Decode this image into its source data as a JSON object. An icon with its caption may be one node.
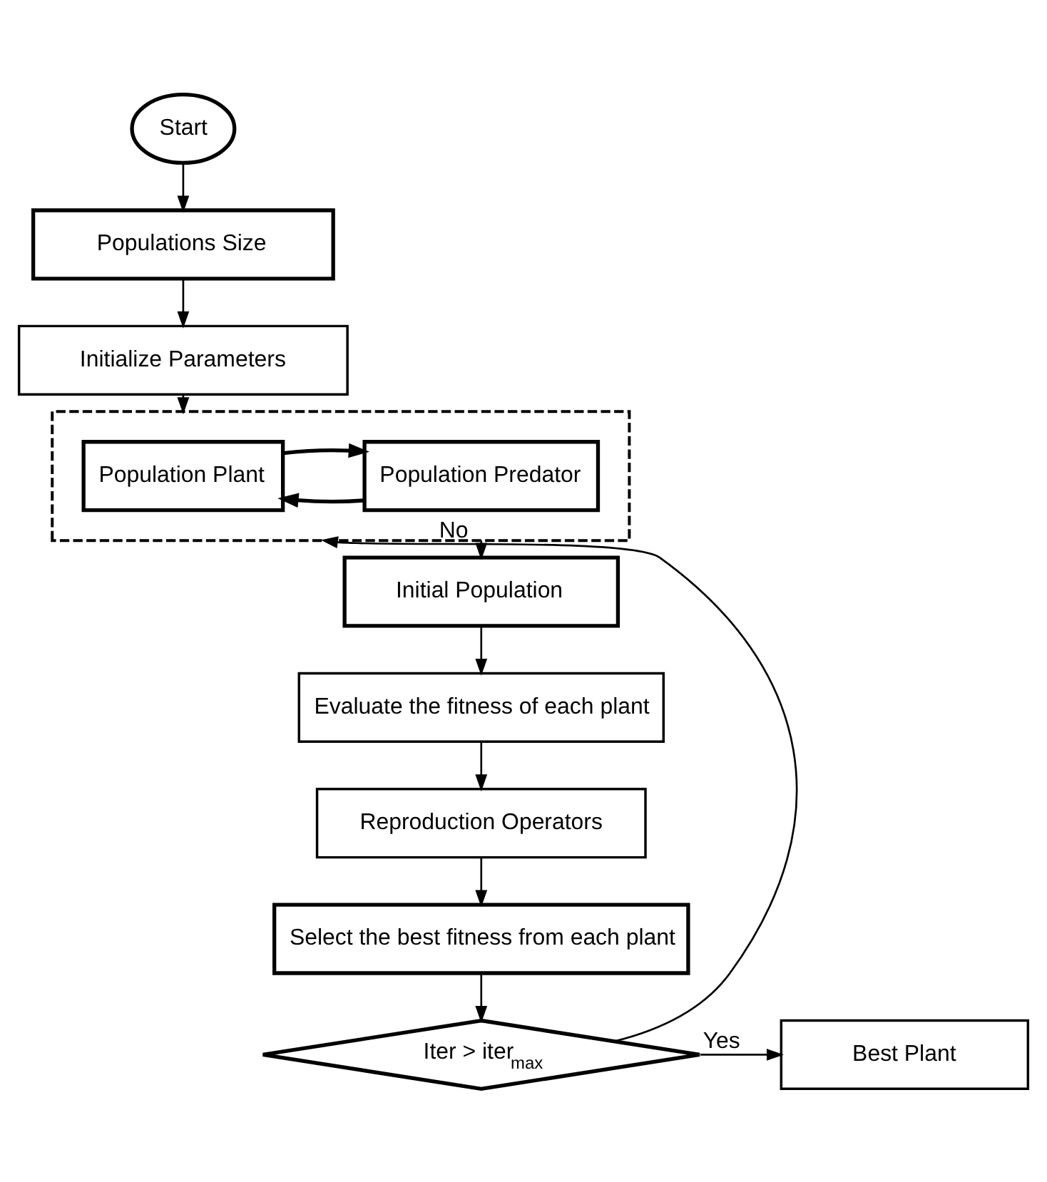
{
  "diagram": {
    "nodes": [
      {
        "text": [
          "Start"
        ]
      },
      {
        "text": [
          "Populations Size"
        ]
      },
      {
        "text": [
          "Initialize Parameters"
        ]
      },
      {
        "text": [],
        "shape": "box"
      },
      {
        "text": [
          "Population Plant"
        ],
        "in": 3
      },
      {
        "text": [
          "Population Predator"
        ],
        "in": 3
      },
      {
        "text": [
          "Initial Population"
        ]
      },
      {
        "text": [
          "Evaluate the fitness of each plant"
        ]
      },
      {
        "text": [
          "Reproduction Operators"
        ]
      },
      {
        "text": [
          "Select the best fitness from each plant"
        ]
      },
      {
        "text": [
          "Iter > iter$_{max}$"
        ]
      },
      {
        "text": [
          "Best Plant"
        ]
      }
    ],
    "edges": [
      {
        "from": 0,
        "to": 1,
        "arrow": "to"
      },
      {
        "from": 1,
        "to": 2,
        "arrow": "to"
      },
      {
        "from": 2,
        "to": 3,
        "arrow": "to"
      },
      {
        "from": 5,
        "to": 4,
        "arrow": "to"
      },
      {
        "from": 4,
        "to": 5,
        "arrow": "to"
      },
      {
        "from": 3,
        "to": 6,
        "arrow": "to"
      },
      {
        "from": 6,
        "to": 7,
        "arrow": "to"
      },
      {
        "from": 7,
        "to": 8,
        "arrow": "to"
      },
      {
        "from": 8,
        "to": 9,
        "arrow": "to"
      },
      {
        "from": 9,
        "to": 10,
        "arrow": "to"
      },
      {
        "from": 10,
        "to": 11,
        "label": "Yes",
        "arrow": "to"
      },
      {
        "from": 10,
        "to": 3,
        "label": "No",
        "arrow": "to"
      }
    ]
  }
}
